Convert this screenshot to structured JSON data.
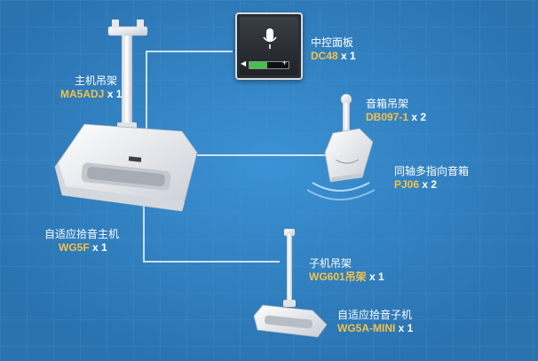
{
  "devices": {
    "host_mount": {
      "name": "主机吊架",
      "model": "MA5ADJ",
      "qty": "x 1"
    },
    "control_panel": {
      "name": "中控面板",
      "model": "DC48",
      "qty": "x 1",
      "volume_level": 0.45
    },
    "speaker_mount": {
      "name": "音箱吊架",
      "model": "DB097-1",
      "qty": "x 2"
    },
    "speaker": {
      "name": "同轴多指向音箱",
      "model": "PJ06",
      "qty": "x 2"
    },
    "host": {
      "name": "自适应拾音主机",
      "model": "WG5F",
      "qty": "x 1"
    },
    "sub_mount": {
      "name": "子机吊架",
      "model": "WG601吊架",
      "qty": "x 1"
    },
    "sub_unit": {
      "name": "自适应拾音子机",
      "model": "WG5A-MINI",
      "qty": "x 1"
    }
  },
  "colors": {
    "background": "#2f7fc0",
    "model_text": "#f2c24a",
    "label_text": "#ffffff",
    "line": "#ffffff",
    "panel_bar": "#45c24b"
  },
  "icons": [
    "microphone-icon",
    "speaker-volume-icon",
    "minus-icon",
    "plus-icon",
    "sound-wave-icon"
  ]
}
